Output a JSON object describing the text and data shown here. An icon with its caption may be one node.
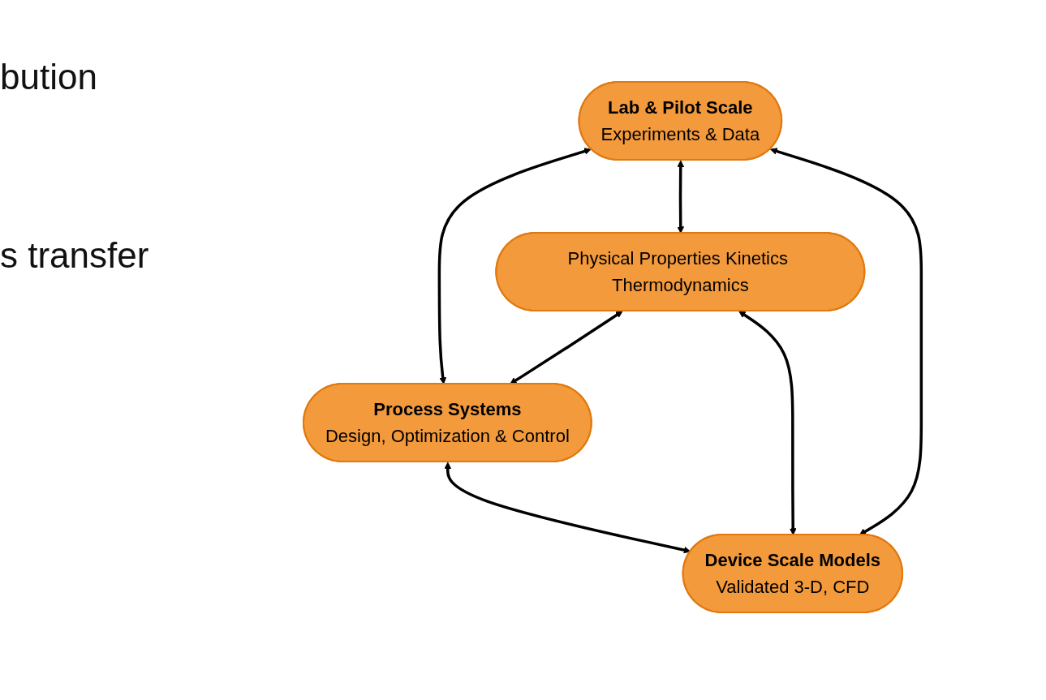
{
  "diagram": {
    "nodes": [
      {
        "text": [
          "Lab & Pilot Scale",
          "Experiments & Data"
        ]
      },
      {
        "text": [
          "Physical Properties Kinetics Thermodynamics"
        ]
      },
      {
        "text": [
          "Process Systems",
          "Design, Optimization & Control"
        ]
      },
      {
        "text": [
          "Device Scale Models",
          "Validated 3-D, CFD"
        ]
      }
    ],
    "edges": [
      {
        "from": 0,
        "to": 2,
        "arrow": "both"
      },
      {
        "from": 0,
        "to": 1,
        "arrow": "both"
      },
      {
        "from": 0,
        "to": 3,
        "arrow": "both"
      },
      {
        "from": 1,
        "to": 2,
        "arrow": "both"
      },
      {
        "from": 1,
        "to": 3,
        "arrow": "both"
      },
      {
        "from": 2,
        "to": 3,
        "arrow": "both"
      }
    ],
    "labels": [
      "bution",
      "s transfer"
    ]
  }
}
